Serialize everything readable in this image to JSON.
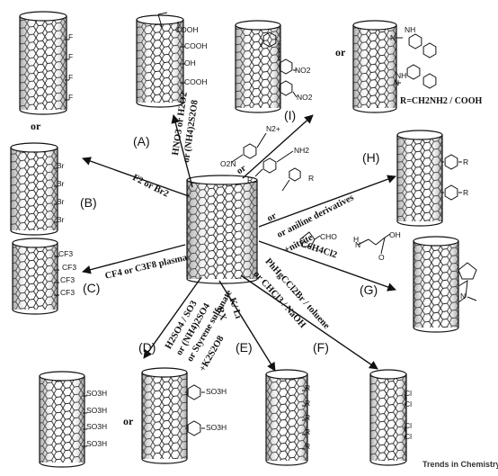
{
  "colors": {
    "ink": "#111111",
    "background": "#ffffff",
    "shading": "#666666"
  },
  "brand": "Trends in Chemistry",
  "or_word": "or",
  "routes": [
    {
      "id": "A",
      "label": "(A)",
      "reagents": [
        "HNO3 or H2O2",
        "or (NH4)2S2O8"
      ]
    },
    {
      "id": "B",
      "label": "(B)",
      "reagents": [
        "F2 or Br2"
      ]
    },
    {
      "id": "C",
      "label": "(C)",
      "reagents": [
        "CF4 or C3F8 plasma"
      ]
    },
    {
      "id": "D",
      "label": "(D)",
      "reagents": [
        "H2SO4 / SO3",
        "or (NH4)2SO4",
        "or Styrene sulfonate",
        "+K2S2O8"
      ]
    },
    {
      "id": "E",
      "label": "(E)",
      "reagents": [
        "K/ Li",
        "RX"
      ]
    },
    {
      "id": "F",
      "label": "(F)",
      "reagents": [
        "PhHgCCl2Br / toluene",
        "or CHCl3 / NaOH"
      ]
    },
    {
      "id": "G",
      "label": "(G)",
      "reagents": [
        "C6H4Cl2"
      ]
    },
    {
      "id": "H",
      "label": "(H)",
      "reagents": [
        "or aniline derivatives",
        "+nitrite"
      ]
    },
    {
      "id": "I",
      "label": "(I)",
      "reagents": [
        "or"
      ]
    }
  ],
  "substituents": {
    "fluoro": "F",
    "bromo": "Br",
    "trifluoromethyl": "CF3",
    "sulfonic": "SO3H",
    "alkyl": "R",
    "chloro": "Cl",
    "cooh": "COOH",
    "oh": "OH",
    "nitro": "NO2",
    "amine": "NH",
    "nitrogen": "N",
    "r_definition": "R=CH2NH2 / COOH",
    "diazo_nitro": "O2N",
    "diazo_n2": "N2+",
    "amino": "NH2",
    "r_group": "R",
    "azomethine_h": "H",
    "aldehyde": "CHO",
    "glycine_oh": "OH",
    "glycine_o": "O"
  }
}
